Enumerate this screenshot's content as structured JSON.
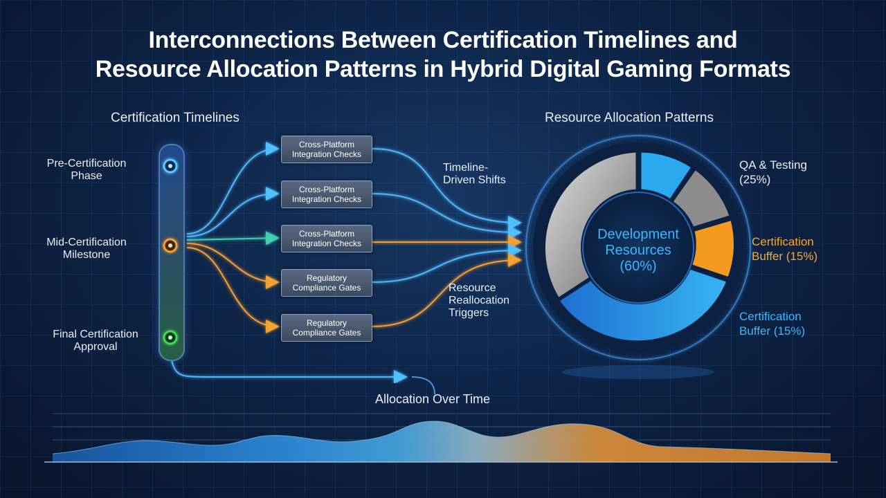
{
  "title": {
    "line1": "Interconnections Between Certification Timelines and",
    "line2": "Resource Allocation Patterns in Hybrid Digital Gaming Formats"
  },
  "left_section": {
    "heading": "Certification Timelines",
    "stages": [
      {
        "line1": "Pre-Certification",
        "line2": "Phase",
        "color": "#3ab0ff"
      },
      {
        "line1": "Mid-Certification",
        "line2": "Milestone",
        "color": "#f5a030"
      },
      {
        "line1": "Final Certification",
        "line2": "Approval",
        "color": "#38d050"
      }
    ]
  },
  "middle_boxes": [
    {
      "line1": "Cross-Platform",
      "line2": "Integration Checks"
    },
    {
      "line1": "Cross-Platform",
      "line2": "Integration Checks"
    },
    {
      "line1": "Cross-Platform",
      "line2": "Integration Checks"
    },
    {
      "line1": "Regulatory",
      "line2": "Compliance Gates"
    },
    {
      "line1": "Regulatory",
      "line2": "Compliance Gates"
    }
  ],
  "annotations": {
    "timeline_shifts": {
      "line1": "Timeline-",
      "line2": "Driven Shifts"
    },
    "reallocation": {
      "line1": "Resource",
      "line2": "Reallocation",
      "line3": "Triggers"
    }
  },
  "right_section": {
    "heading": "Resource Allocation Patterns",
    "center": {
      "line1": "Development",
      "line2": "Resources",
      "line3": "(60%)"
    },
    "labels": {
      "qa": {
        "line1": "QA & Testing",
        "line2": "(25%)"
      },
      "buffer_orange": {
        "line1": "Certification",
        "line2": "Buffer (15%)"
      },
      "buffer_blue": {
        "line1": "Certification",
        "line2": "Buffer (15%)"
      }
    },
    "colors": {
      "grey": "#8c8c8c",
      "blue": "#2aa8f0",
      "orange": "#f59a20",
      "center_text": "#3ab8ff"
    }
  },
  "bottom": {
    "heading": "Allocation Over Time"
  }
}
